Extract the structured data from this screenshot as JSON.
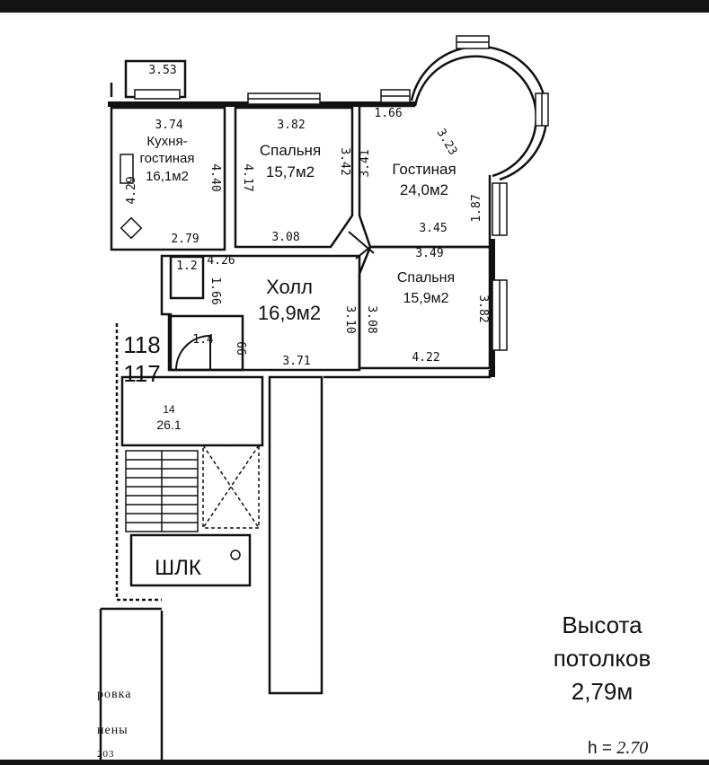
{
  "plan": {
    "rooms": {
      "kitchen": {
        "name_line1": "Кухня-",
        "name_line2": "гостиная",
        "area": "16,1м2"
      },
      "bedroom1": {
        "name": "Спальня",
        "area": "15,7м2"
      },
      "living": {
        "name": "Гостиная",
        "area": "24,0м2"
      },
      "hall": {
        "name": "Холл",
        "area": "16,9м2"
      },
      "bedroom2": {
        "name": "Спальня",
        "area": "15,9м2"
      },
      "shaft": {
        "name": "ШЛК"
      },
      "stair_room": {
        "number": "14",
        "area": "26.1"
      }
    },
    "apartment_numbers": {
      "upper": "118",
      "lower": "117"
    },
    "dimensions": {
      "balcony": "3.53",
      "kitchen_top": "3.74",
      "kitchen_right": "4.40",
      "kitchen_left": "4.29",
      "kitchen_bottom": "2.79",
      "bed1_top": "3.82",
      "bed1_left": "4.17",
      "bed1_right": "3.42",
      "bed1_bottom": "3.08",
      "living_top": "1.66",
      "living_arc": "3.23",
      "living_left": "3.41",
      "living_right": "1.87",
      "living_bottom": "3.45",
      "bed2_top": "3.49",
      "bed2_left": "3.08",
      "bed2_right": "3.82",
      "bed2_bottom": "4.22",
      "hall_top": "4.26",
      "hall_right": "3.10",
      "hall_bottom": "3.71",
      "wc_w": "1.2",
      "wc_h": "1.66",
      "bath": "1.4",
      "bath_h": "66"
    }
  },
  "ceiling": {
    "line1": "Высота",
    "line2": "потолков",
    "line3": "2,79м"
  },
  "height_note": {
    "label": "h =",
    "value": "2.70"
  },
  "stamp": {
    "line1": "ровка",
    "line2": "нены",
    "line3": "203"
  }
}
